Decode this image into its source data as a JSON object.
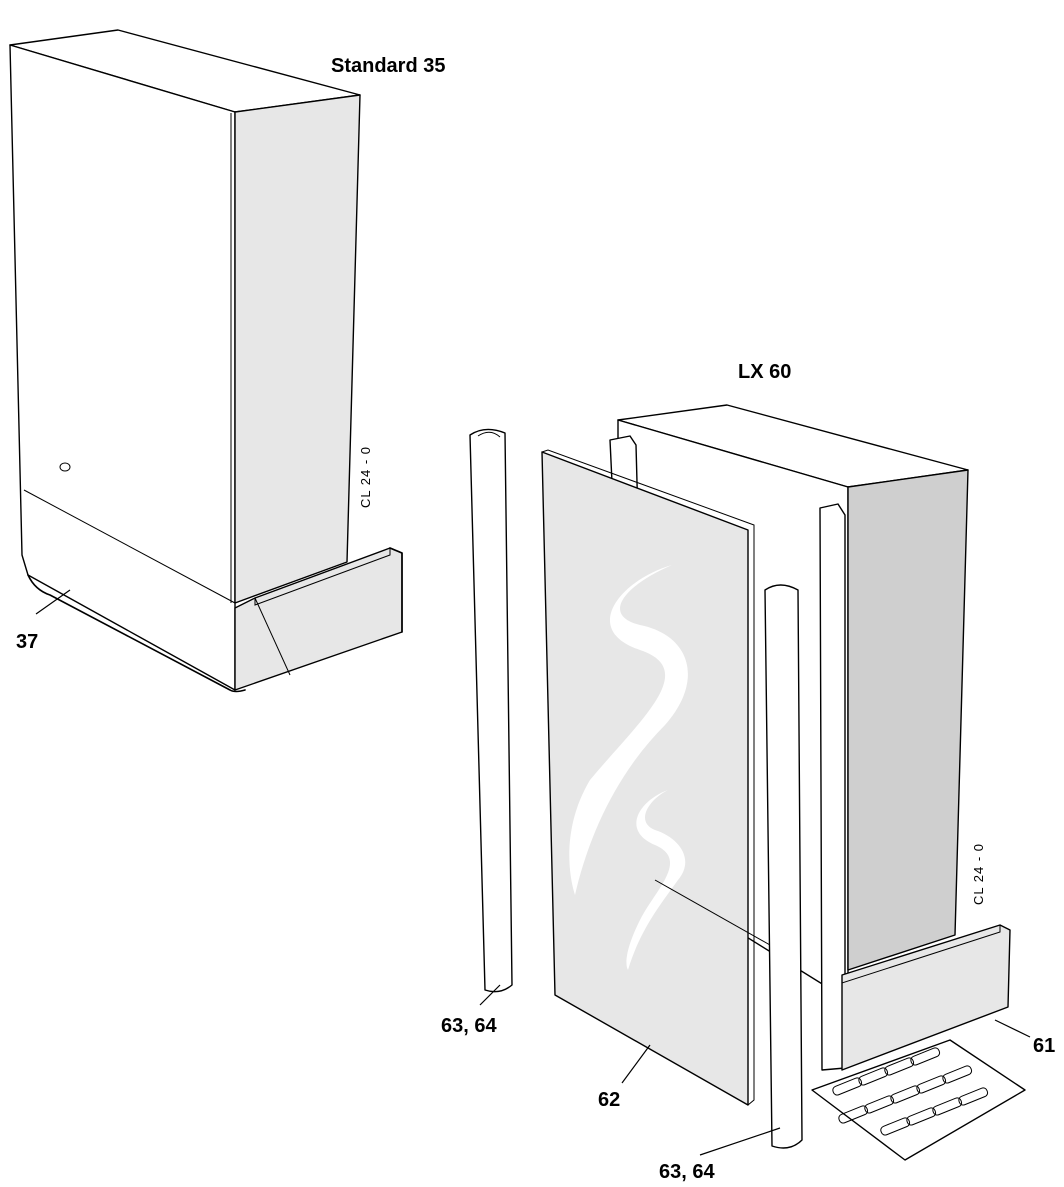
{
  "diagram": {
    "top_left_title": "Standard 35",
    "bottom_right_title": "LX 60",
    "code_label_1": "CL 24 - 0",
    "code_label_2": "CL 24 - 0",
    "callouts": {
      "part_37": "37",
      "part_62": "62",
      "part_61": "61",
      "part_63_64_left": "63, 64",
      "part_63_64_bottom": "63, 64"
    }
  },
  "colors": {
    "line": "#000000",
    "side_panel": "#e7e7e7",
    "front_panel": "#ffffff",
    "shadow_panel": "#cfcfcf"
  }
}
